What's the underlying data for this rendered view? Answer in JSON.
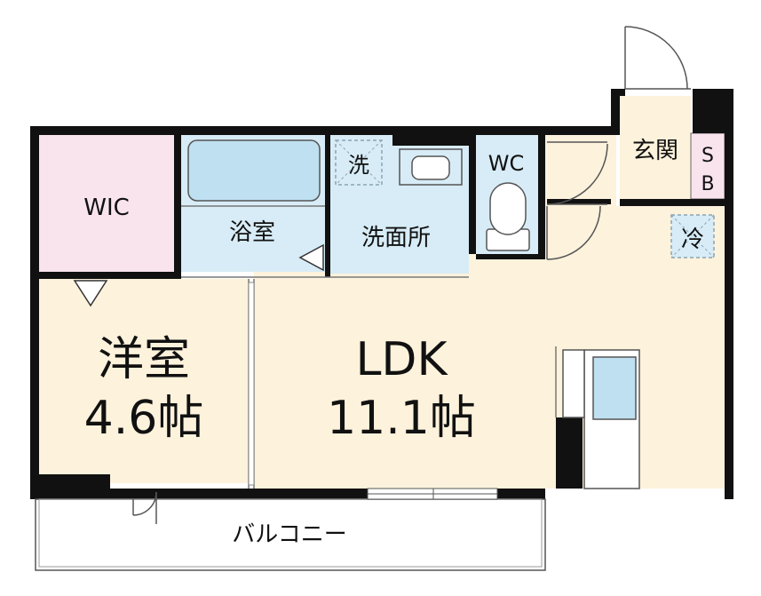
{
  "rooms": {
    "wic": {
      "label": "WIC",
      "color": "#f9e4ee"
    },
    "bath": {
      "label": "浴室",
      "color": "#d7ecf6"
    },
    "washroom": {
      "label": "洗面所",
      "color": "#d7ecf6"
    },
    "wc": {
      "label": "WC",
      "color": "#d7ecf6"
    },
    "entrance": {
      "label": "玄関",
      "color": "#fdf2dc"
    },
    "shoebox": {
      "label_s": "S",
      "label_b": "B",
      "color": "#f9e4ee"
    },
    "western": {
      "label_name": "洋室",
      "label_size": "4.6帖",
      "color": "#fdf2dc"
    },
    "ldk": {
      "label_name": "LDK",
      "label_size": "11.1帖",
      "color": "#fdf2dc"
    },
    "balcony": {
      "label": "バルコニー"
    }
  },
  "symbols": {
    "washer": "洗",
    "fridge": "冷"
  },
  "colors": {
    "wall": "#111111",
    "fixture_blue": "#bfe0f0",
    "fixture_stroke": "#555555",
    "dash": "#8aa4b4"
  }
}
